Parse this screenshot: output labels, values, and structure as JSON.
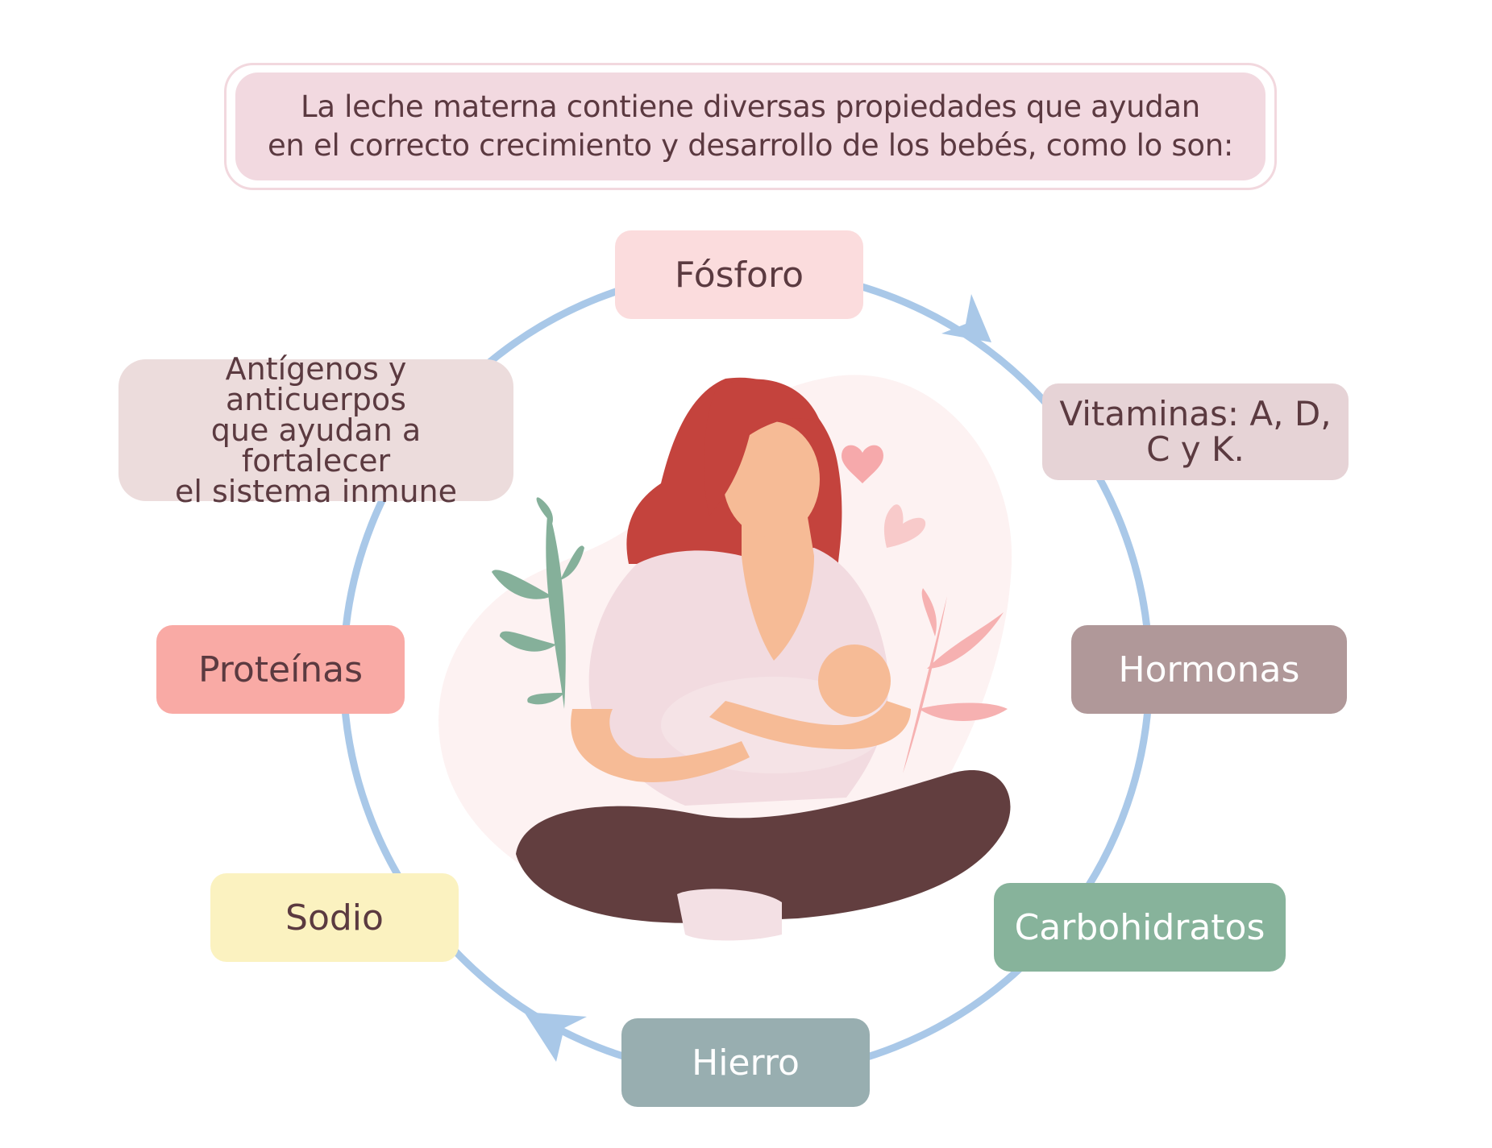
{
  "header": {
    "line1": "La leche materna contiene diversas propiedades que ayudan",
    "line2": "en el correcto crecimiento y desarrollo de los bebés, como lo son:"
  },
  "nodes": {
    "fosforo": "Fósforo",
    "vitaminas_line1": "Vitaminas: A, D,",
    "vitaminas_line2": "C y K.",
    "hormonas": "Hormonas",
    "carbohidratos": "Carbohidratos",
    "hierro": "Hierro",
    "sodio": "Sodio",
    "proteinas": "Proteínas",
    "antigenos_line1": "Antígenos y anticuerpos",
    "antigenos_line2": "que ayudan a fortalecer",
    "antigenos_line3": "el sistema inmune"
  },
  "colors": {
    "cycle_arrow": "#a9c8e8",
    "fosforo_bg": "#fbdcdd",
    "vitaminas_bg": "#e6d3d6",
    "hormonas_bg": "#b09899",
    "carbohidratos_bg": "#87b39b",
    "hierro_bg": "#98aeb0",
    "sodio_bg": "#fbf2c0",
    "proteinas_bg": "#f9aaa5",
    "antigenos_bg": "#ecdcdc",
    "header_bg": "#f2d9e0"
  },
  "illustration": "breastfeeding-mother-icon"
}
